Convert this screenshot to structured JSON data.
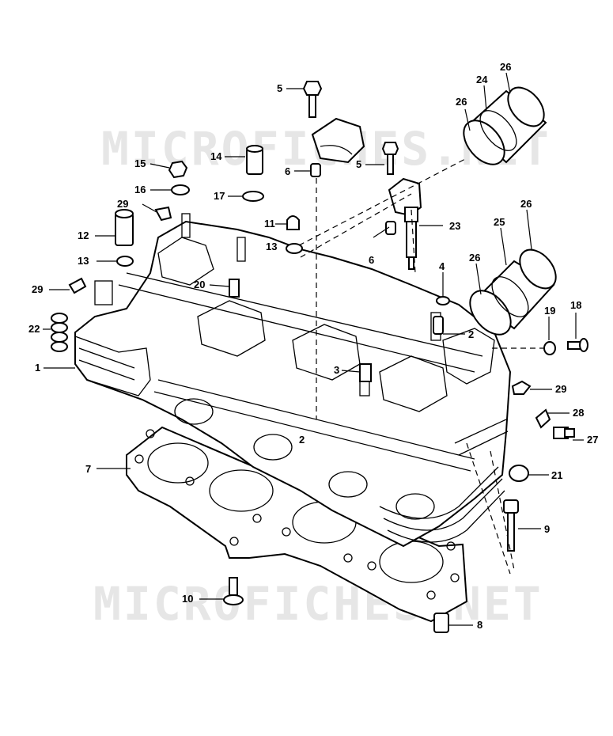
{
  "watermark": {
    "top": "MICROFICHES.NET",
    "bottom": "MICROFICHES.NET"
  },
  "callouts": [
    {
      "id": "c1",
      "label": "1"
    },
    {
      "id": "c2",
      "label": "2"
    },
    {
      "id": "c2b",
      "label": "2"
    },
    {
      "id": "c3",
      "label": "3"
    },
    {
      "id": "c4",
      "label": "4"
    },
    {
      "id": "c5a",
      "label": "5"
    },
    {
      "id": "c5b",
      "label": "5"
    },
    {
      "id": "c6a",
      "label": "6"
    },
    {
      "id": "c6b",
      "label": "6"
    },
    {
      "id": "c7",
      "label": "7"
    },
    {
      "id": "c8",
      "label": "8"
    },
    {
      "id": "c9",
      "label": "9"
    },
    {
      "id": "c10",
      "label": "10"
    },
    {
      "id": "c11",
      "label": "11"
    },
    {
      "id": "c12",
      "label": "12"
    },
    {
      "id": "c13a",
      "label": "13"
    },
    {
      "id": "c13b",
      "label": "13"
    },
    {
      "id": "c14",
      "label": "14"
    },
    {
      "id": "c15",
      "label": "15"
    },
    {
      "id": "c16",
      "label": "16"
    },
    {
      "id": "c17",
      "label": "17"
    },
    {
      "id": "c18",
      "label": "18"
    },
    {
      "id": "c19",
      "label": "19"
    },
    {
      "id": "c20",
      "label": "20"
    },
    {
      "id": "c21",
      "label": "21"
    },
    {
      "id": "c22",
      "label": "22"
    },
    {
      "id": "c23",
      "label": "23"
    },
    {
      "id": "c24",
      "label": "24"
    },
    {
      "id": "c25",
      "label": "25"
    },
    {
      "id": "c26a",
      "label": "26"
    },
    {
      "id": "c26b",
      "label": "26"
    },
    {
      "id": "c26c",
      "label": "26"
    },
    {
      "id": "c26d",
      "label": "26"
    },
    {
      "id": "c27",
      "label": "27"
    },
    {
      "id": "c28",
      "label": "28"
    },
    {
      "id": "c29a",
      "label": "29"
    },
    {
      "id": "c29b",
      "label": "29"
    },
    {
      "id": "c29c",
      "label": "29"
    }
  ]
}
